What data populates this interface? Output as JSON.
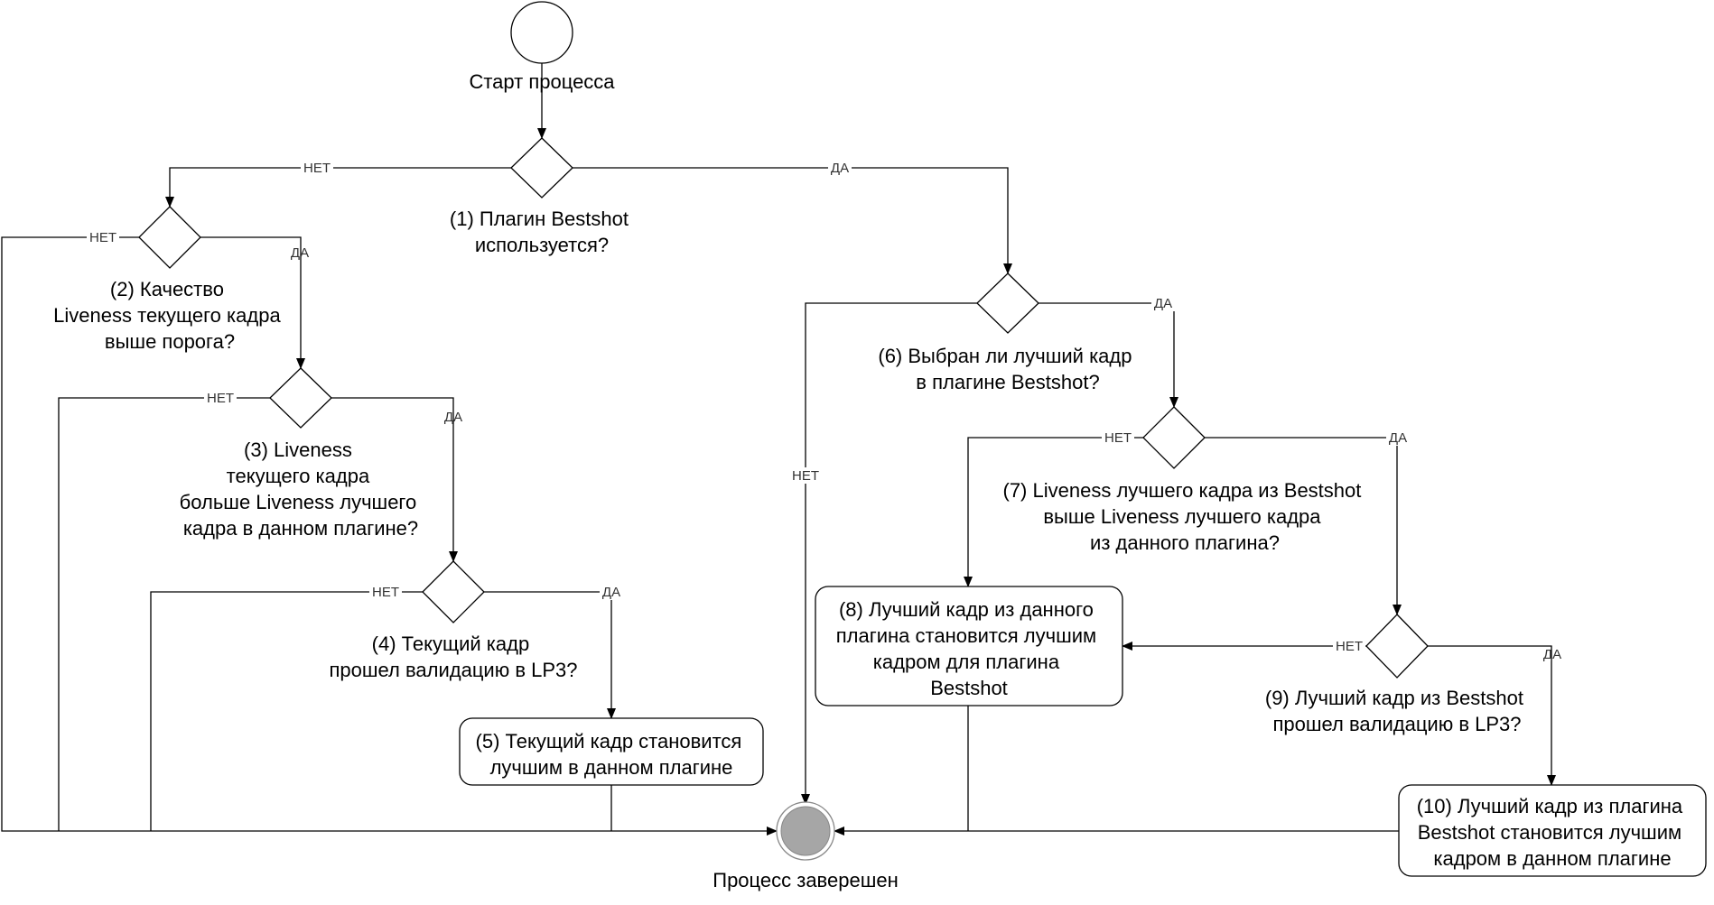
{
  "nodes": {
    "start": "Старт процесса",
    "end": "Процесс заверешен",
    "d1": [
      "(1) Плагин Bestshot",
      "используется?"
    ],
    "d2": [
      "(2) Качество",
      "Liveness текущего кадра",
      "выше порога?"
    ],
    "d3": [
      "(3) Liveness",
      "текущего кадра",
      "больше Liveness лучшего",
      "кадра в данном плагине?"
    ],
    "d4": [
      "(4) Текущий кадр",
      "прошел валидацию в LP3?"
    ],
    "a5": [
      "(5) Текущий кадр становится",
      "лучшим в данном плагине"
    ],
    "d6": [
      "(6) Выбран ли лучший кадр",
      "в плагине Bestshot?"
    ],
    "d7": [
      "(7) Liveness лучшего кадра из Bestshot",
      "выше Liveness лучшего кадра",
      "из данного плагина?"
    ],
    "a8": [
      "(8) Лучший кадр из данного",
      "плагина становится лучшим",
      "кадром для плагина",
      "Bestshot"
    ],
    "d9": [
      "(9) Лучший кадр из Bestshot",
      "прошел валидацию в LP3?"
    ],
    "a10": [
      "(10) Лучший кадр из плагина",
      "Bestshot становится лучшим",
      "кадром в данном плагине"
    ]
  },
  "edge_labels": {
    "yes": "ДА",
    "no": "НЕТ"
  }
}
